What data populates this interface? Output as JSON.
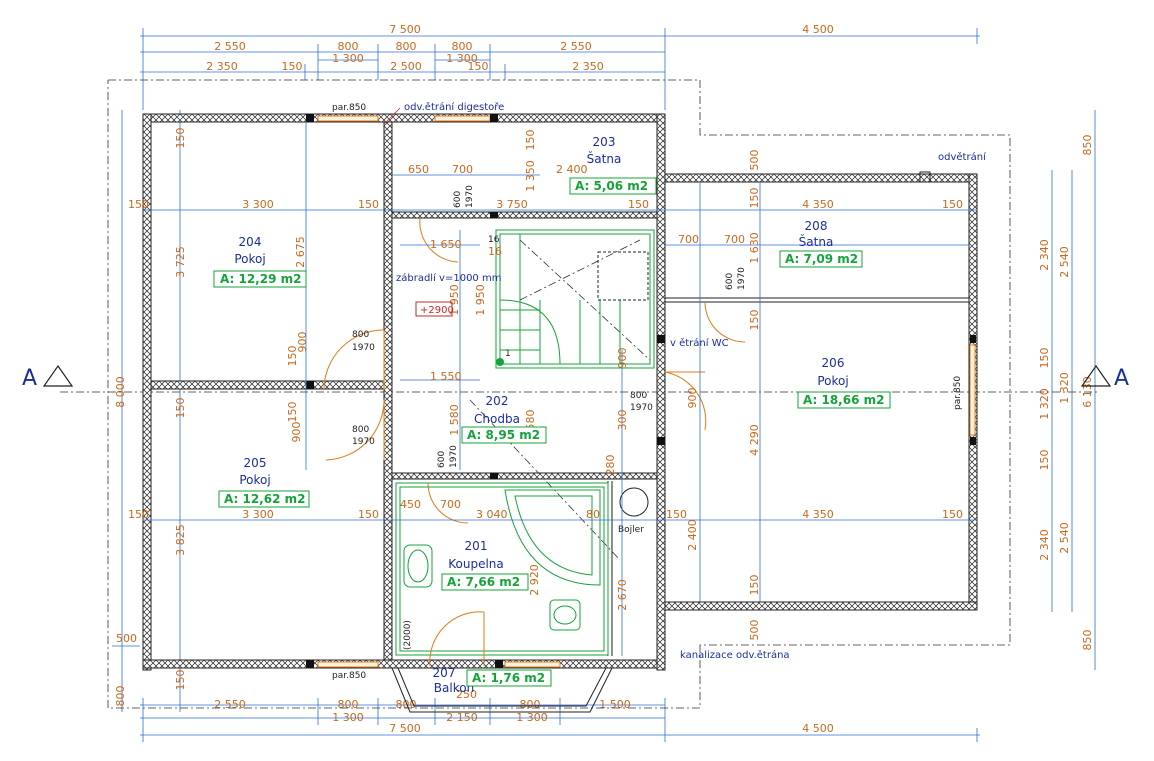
{
  "section_marks": {
    "left": "A",
    "right": "A"
  },
  "top_dims": {
    "row1": [
      "7 500",
      "4 500"
    ],
    "row2": [
      "2 550",
      "800",
      "800",
      "800",
      "2 550"
    ],
    "row3": [
      "1 300",
      "1 300"
    ],
    "row4": [
      "2 350",
      "150",
      "2 500",
      "150",
      "2 350"
    ]
  },
  "bottom_dims": {
    "row1": [
      "2 550",
      "800",
      "800",
      "800",
      "1 500"
    ],
    "row2": [
      "1 300",
      "2 150",
      "1 300"
    ],
    "row3": [
      "7 500",
      "4 500"
    ]
  },
  "left_dims": [
    "8 000",
    "3 725",
    "3 825",
    "150",
    "150",
    "900",
    "150",
    "900",
    "150",
    "150",
    "500",
    "800"
  ],
  "right_dims": [
    "850",
    "2 340",
    "2 540",
    "150",
    "1 320",
    "1 320",
    "150",
    "2 340",
    "2 540",
    "850",
    "6 130"
  ],
  "inner_dims": [
    "3 300",
    "3 300",
    "150",
    "150",
    "150",
    "150",
    "3 750",
    "4 350",
    "4 350",
    "150",
    "150",
    "650",
    "700",
    "2 400",
    "700",
    "700",
    "1 650",
    "1 550",
    "3 040",
    "450",
    "700",
    "80",
    "150",
    "2 675",
    "2 670",
    "2 920",
    "2 400",
    "4 290",
    "1 950",
    "1 950",
    "1 580",
    "580",
    "900",
    "900",
    "300",
    "280",
    "1 350",
    "150",
    "150",
    "1 630",
    "150",
    "250",
    "500",
    "500",
    "150",
    "16",
    "150"
  ],
  "rooms": [
    {
      "id": "204",
      "num": "204",
      "name": "Pokoj",
      "area": "A: 12,29 m2"
    },
    {
      "id": "205",
      "num": "205",
      "name": "Pokoj",
      "area": "A: 12,62 m2"
    },
    {
      "id": "203",
      "num": "203",
      "name": "Šatna",
      "area": "A: 5,06 m2"
    },
    {
      "id": "208",
      "num": "208",
      "name": "Šatna",
      "area": "A: 7,09 m2"
    },
    {
      "id": "206",
      "num": "206",
      "name": "Pokoj",
      "area": "A: 18,66 m2"
    },
    {
      "id": "202",
      "num": "202",
      "name": "Chodba",
      "area": "A: 8,95 m2"
    },
    {
      "id": "201",
      "num": "201",
      "name": "Koupelna",
      "area": "A: 7,66 m2"
    },
    {
      "id": "207",
      "num": "207",
      "name": "Balkon",
      "area": "A: 1,76 m2"
    }
  ],
  "doors": [
    {
      "w": "800",
      "h": "1970"
    },
    {
      "w": "800",
      "h": "1970"
    },
    {
      "w": "800",
      "h": "1970"
    },
    {
      "w": "600",
      "h": "1970"
    },
    {
      "w": "600",
      "h": "1970"
    },
    {
      "w": "600",
      "h": "1970"
    }
  ],
  "notes": {
    "odv_digestore": "odv.ětrání digestoře",
    "odvetrani": "odvětrání",
    "odv_wc": "v ětrání WC",
    "kanalizace": "kanalizace odv.ětrána",
    "zabradli": "zábradlí v=1000 mm",
    "level": "+2900",
    "bojler": "Bojler",
    "par850_top": "par.850",
    "par850_right": "par.850",
    "par850_bottom": "par.850",
    "vypis": "(2000)",
    "stair_start": "1",
    "stair_16": "16"
  }
}
